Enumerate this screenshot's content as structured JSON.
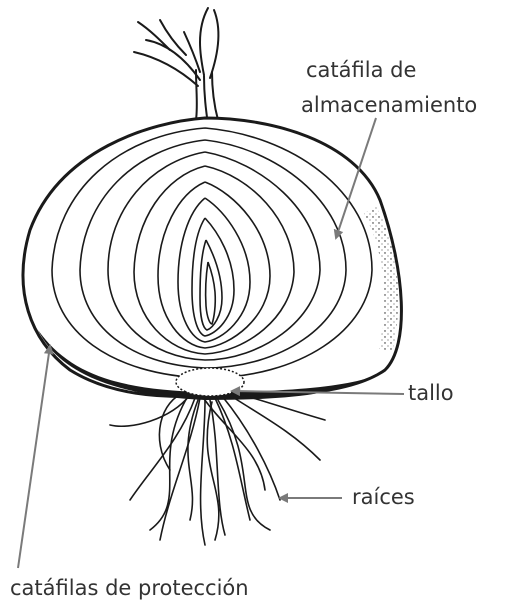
{
  "labels": {
    "storage_line1": "catáfila de",
    "storage_line2": "almacenamiento",
    "stem": "tallo",
    "roots": "raíces",
    "protection": "catáfilas de protección"
  },
  "colors": {
    "ink": "#1a1a1a",
    "arrow": "#7a7a7a",
    "label": "#333333"
  }
}
